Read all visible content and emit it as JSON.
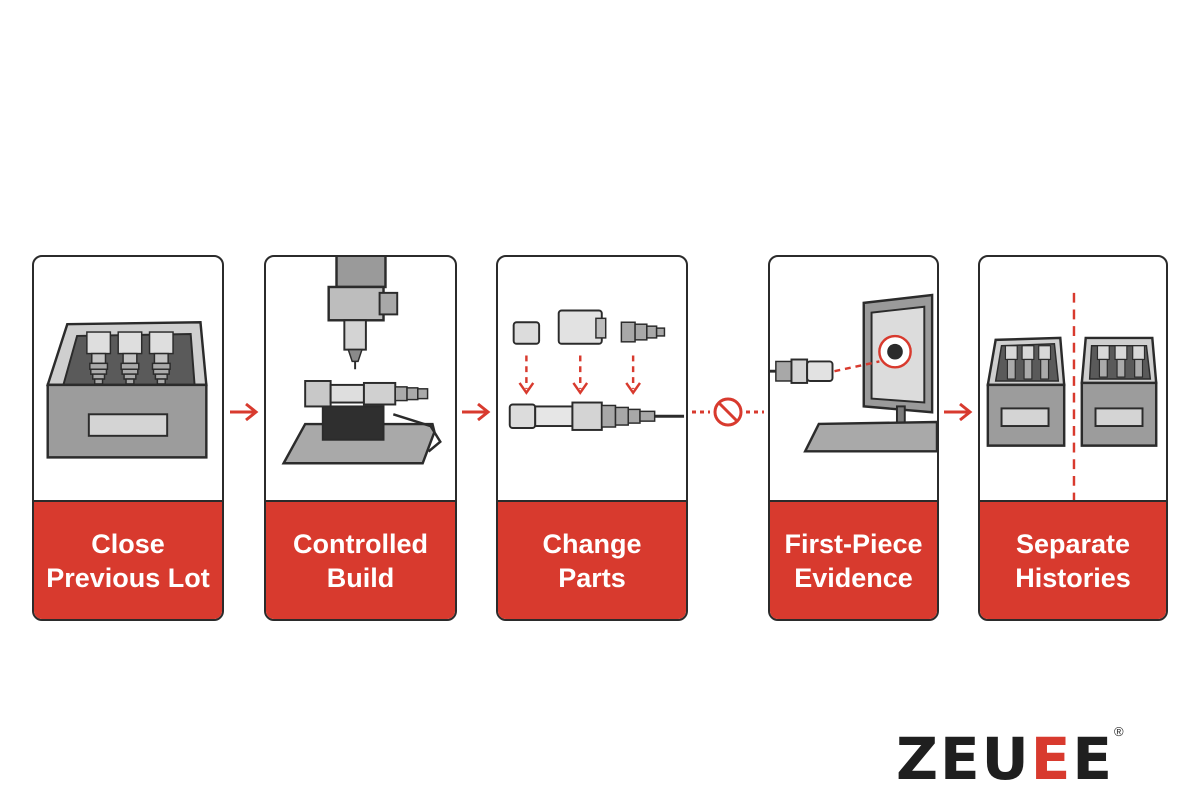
{
  "steps": [
    {
      "line1": "Close",
      "line2": "Previous Lot",
      "icon": "connector-tray-icon"
    },
    {
      "line1": "Controlled",
      "line2": "Build",
      "icon": "press-station-icon"
    },
    {
      "line1": "Change",
      "line2": "Parts",
      "icon": "connector-parts-icon"
    },
    {
      "line1": "First-Piece",
      "line2": "Evidence",
      "icon": "inspection-monitor-icon"
    },
    {
      "line1": "Separate",
      "line2": "Histories",
      "icon": "separated-trays-icon"
    }
  ],
  "connectors": [
    "arrow-icon",
    "arrow-icon",
    "no-entry-icon",
    "arrow-icon"
  ],
  "logo": {
    "text_left": "ZEU",
    "text_accent": "E",
    "text_right": "E",
    "mark": "®"
  },
  "colors": {
    "accent": "#d83a2e",
    "ink": "#2b2b2b",
    "metal": "#b8b8b8",
    "metal_dark": "#7c7c7c"
  }
}
